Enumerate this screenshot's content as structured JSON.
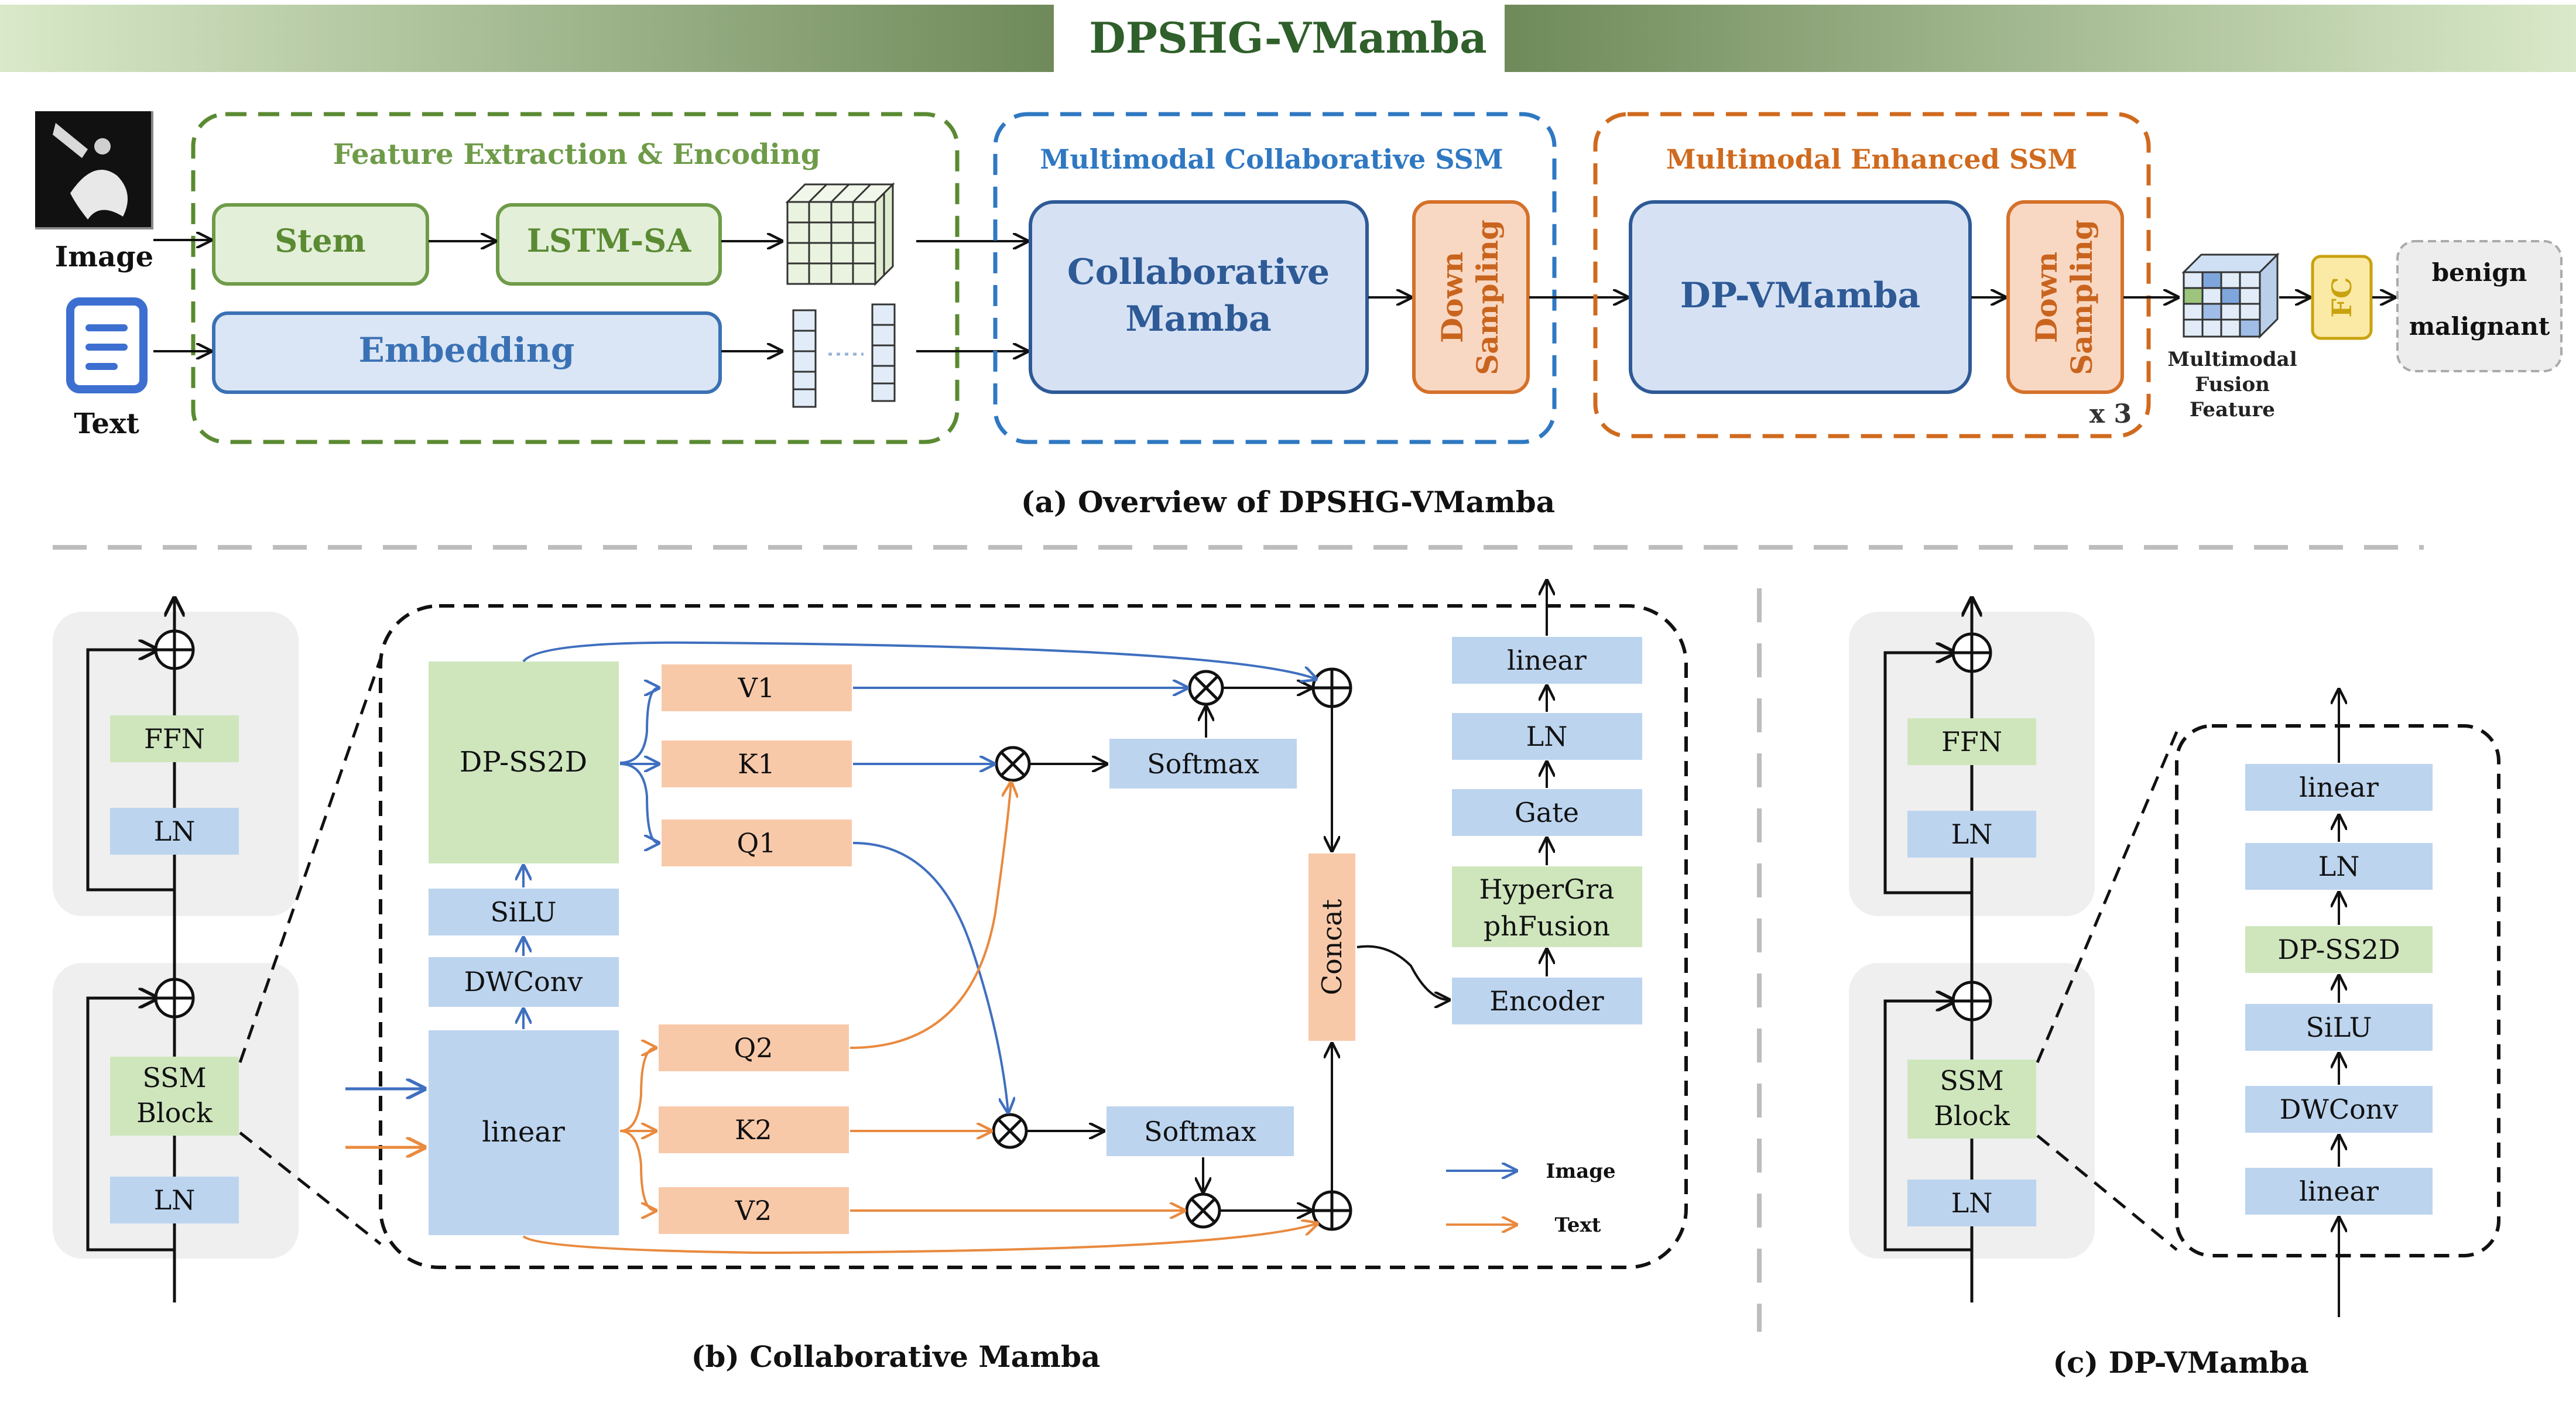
{
  "title": "DPSHG-VMamba",
  "overview": {
    "caption": "(a) Overview of DPSHG-VMamba",
    "input_image": "Image",
    "input_text": "Text",
    "feature_group": "Feature Extraction & Encoding",
    "stem": "Stem",
    "lstm": "LSTM-SA",
    "embedding": "Embedding",
    "collab_group": "Multimodal Collaborative SSM",
    "collab_block_l1": "Collaborative",
    "collab_block_l2": "Mamba",
    "down1_l1": "Down",
    "down1_l2": "Sampling",
    "enhanced_group": "Multimodal Enhanced SSM",
    "dpvmamba": "DP-VMamba",
    "down2_l1": "Down",
    "down2_l2": "Sampling",
    "repeat": "x 3",
    "fusion_l1": "Multimodal",
    "fusion_l2": "Fusion",
    "fusion_l3": "Feature",
    "fc": "FC",
    "out_benign": "benign",
    "out_malignant": "malignant"
  },
  "collab": {
    "caption": "(b) Collaborative Mamba",
    "ffn": "FFN",
    "ln_top": "LN",
    "ssm_l1": "SSM",
    "ssm_l2": "Block",
    "ln_bottom": "LN",
    "dpss2d": "DP-SS2D",
    "silu": "SiLU",
    "dwconv": "DWConv",
    "linear_in": "linear",
    "v1": "V1",
    "k1": "K1",
    "q1": "Q1",
    "q2": "Q2",
    "k2": "K2",
    "v2": "V2",
    "softmax1": "Softmax",
    "softmax2": "Softmax",
    "concat": "Concat",
    "linear_out": "linear",
    "ln_out": "LN",
    "gate": "Gate",
    "hyper_l1": "HyperGra",
    "hyper_l2": "phFusion",
    "encoder": "Encoder",
    "legend_image": "Image",
    "legend_text": "Text"
  },
  "dpv": {
    "caption": "(c) DP-VMamba",
    "ffn": "FFN",
    "ln_top": "LN",
    "ssm_l1": "SSM",
    "ssm_l2": "Block",
    "ln_bottom": "LN",
    "linear_top": "linear",
    "ln": "LN",
    "dpss2d": "DP-SS2D",
    "silu": "SiLU",
    "dwconv": "DWConv",
    "linear_bottom": "linear"
  },
  "colors": {
    "title_band": "#8ea376",
    "title_text": "#2f5f2a",
    "green_box": "#e3efd9",
    "green_border": "#6e9b48",
    "blue_box": "#dae6f5",
    "blue_border": "#3a71b4",
    "orange_box": "#f9d8c3",
    "orange_border": "#d4712a",
    "group_green": "#5a8a32",
    "group_blue": "#2f78c2",
    "group_orange": "#d06a1e",
    "image_arrow": "#3f6fbf",
    "text_arrow": "#e98a3f",
    "light_blue": "#bcd4ee",
    "light_green": "#cfe6bd",
    "light_orange": "#f8c9a9",
    "panel_gray": "#efefef"
  }
}
